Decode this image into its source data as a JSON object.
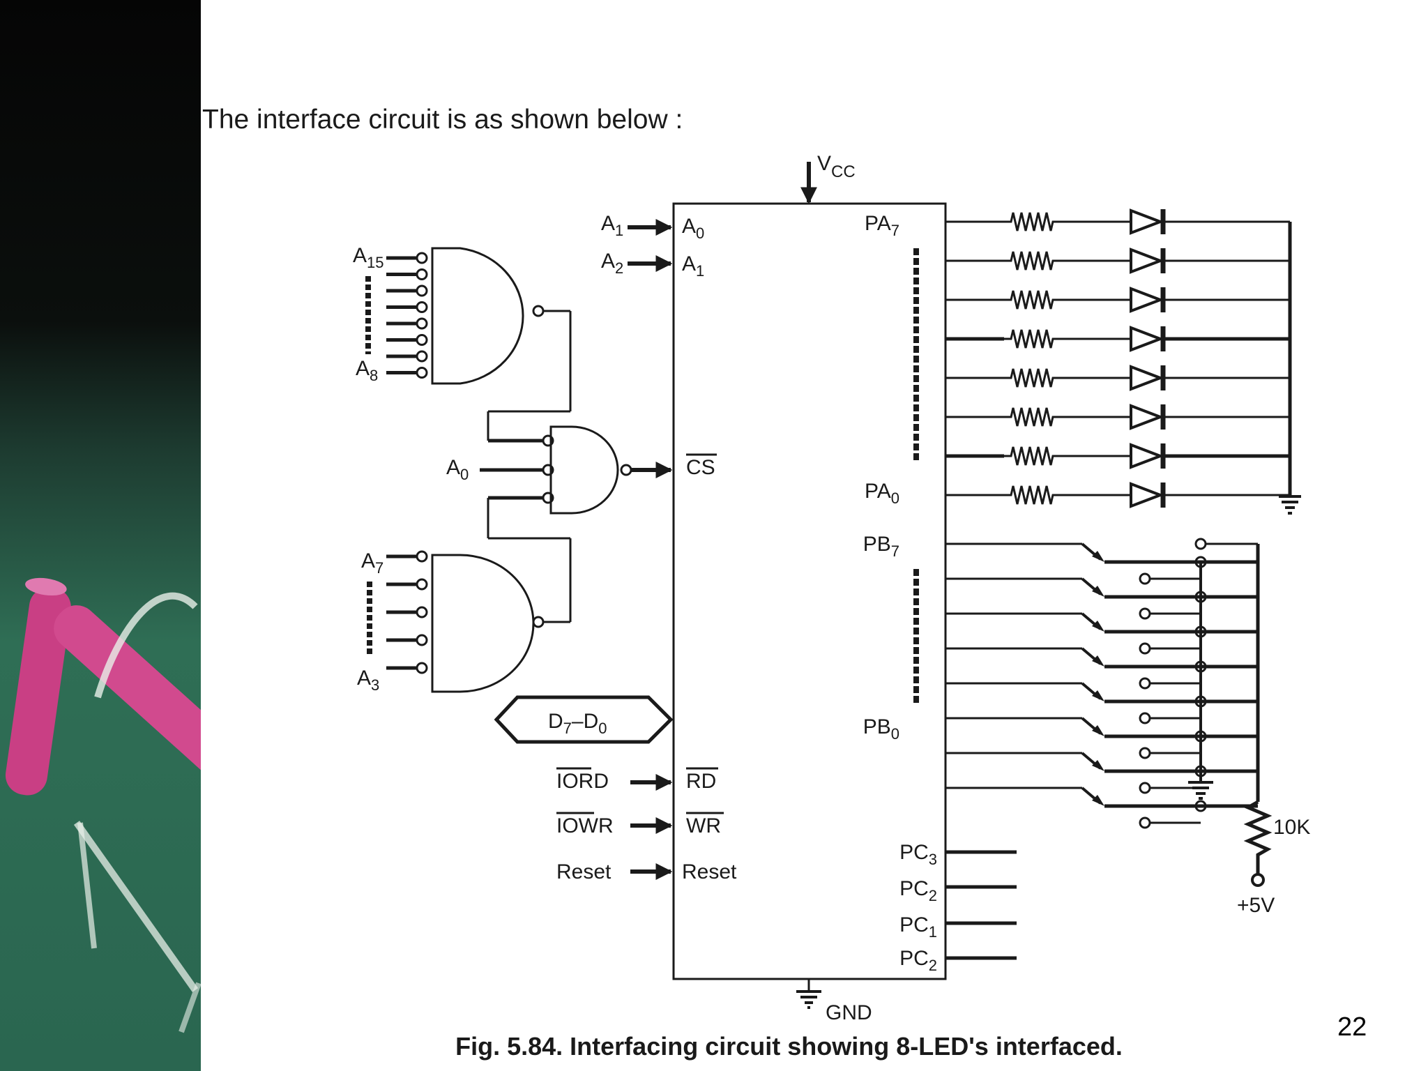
{
  "slide": {
    "intro_text": "The interface circuit is as shown below :",
    "caption": "Fig. 5.84. Interfacing circuit showing 8-LED's interfaced.",
    "page_number": "22"
  },
  "circuit": {
    "vcc": [
      "V",
      "CC"
    ],
    "gnd": "GND",
    "chip_pins_left": {
      "a0": [
        "A",
        "0"
      ],
      "a1": [
        "A",
        "1"
      ],
      "cs": "CS",
      "rd": "RD",
      "wr": "WR",
      "reset": "Reset"
    },
    "chip_pins_right": {
      "pa7": [
        "PA",
        "7"
      ],
      "pa0": [
        "PA",
        "0"
      ],
      "pb7": [
        "PB",
        "7"
      ],
      "pb0": [
        "PB",
        "0"
      ],
      "pc3": [
        "PC",
        "3"
      ],
      "pc2a": [
        "PC",
        "2"
      ],
      "pc1": [
        "PC",
        "1"
      ],
      "pc2b": [
        "PC",
        "2"
      ]
    },
    "address_inputs": {
      "a1": [
        "A",
        "1"
      ],
      "a2": [
        "A",
        "2"
      ],
      "a15": [
        "A",
        "15"
      ],
      "a8": [
        "A",
        "8"
      ],
      "a0": [
        "A",
        "0"
      ],
      "a7": [
        "A",
        "7"
      ],
      "a3": [
        "A",
        "3"
      ]
    },
    "data_bus": [
      "D",
      "7",
      "–D",
      "0"
    ],
    "control_inputs": {
      "iord": "IORD",
      "iowr": "IOWR",
      "reset": "Reset"
    },
    "pullup_resistor": "10K",
    "supply": "+5V",
    "led_count": 8,
    "switch_count": 8,
    "colors": {
      "ink": "#1a1a1a",
      "board": "#2f6e55",
      "chalk_pink": "#d14a8e"
    }
  }
}
